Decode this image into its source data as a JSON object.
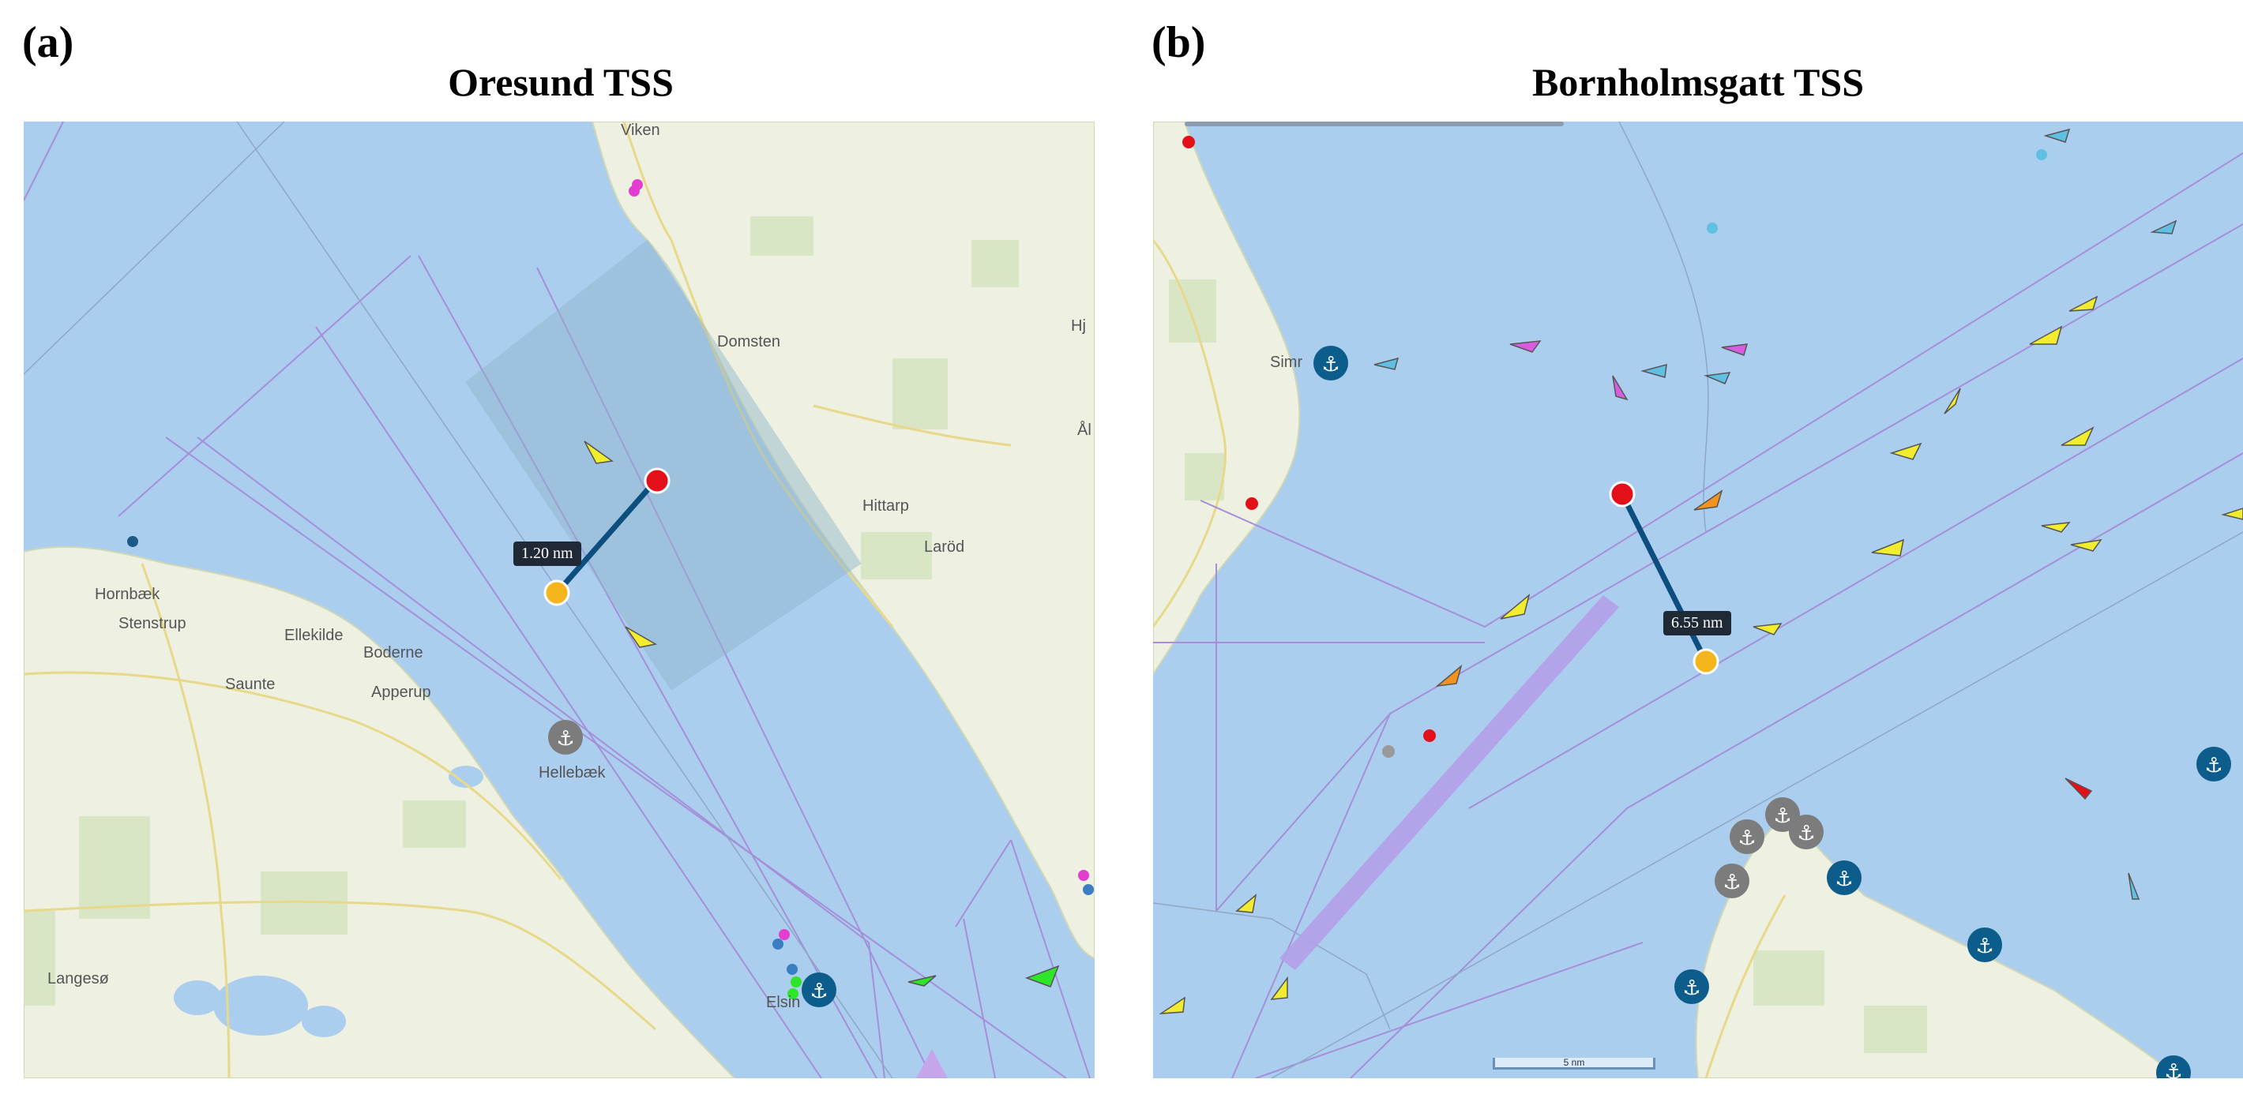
{
  "panels": [
    {
      "letter": "(a)",
      "title": "Oresund TSS",
      "distance_label": "1.20 nm",
      "places": [
        "Hornbæk",
        "Stenstrup",
        "Ellekilde",
        "Boderne",
        "Saunte",
        "Apperup",
        "Hellebæk",
        "Langesø",
        "Elsin",
        "Domsten",
        "Hittarp",
        "Laröd",
        "Hj",
        "Ål",
        "Viken"
      ]
    },
    {
      "letter": "(b)",
      "title": "Bornholmsgatt TSS",
      "distance_label": "6.55 nm",
      "places": [
        "Simr"
      ],
      "scale_label": "5 nm"
    }
  ],
  "colors": {
    "water": "#abcdee",
    "land": "#eef0e2",
    "tss_line": "#a48fd8",
    "red_marker": "#e3101a",
    "orange_marker": "#f5b51c",
    "distance_line": "#0c4f7f",
    "anchor_blue": "#0d5d8c",
    "anchor_grey": "#7c7c7c"
  }
}
